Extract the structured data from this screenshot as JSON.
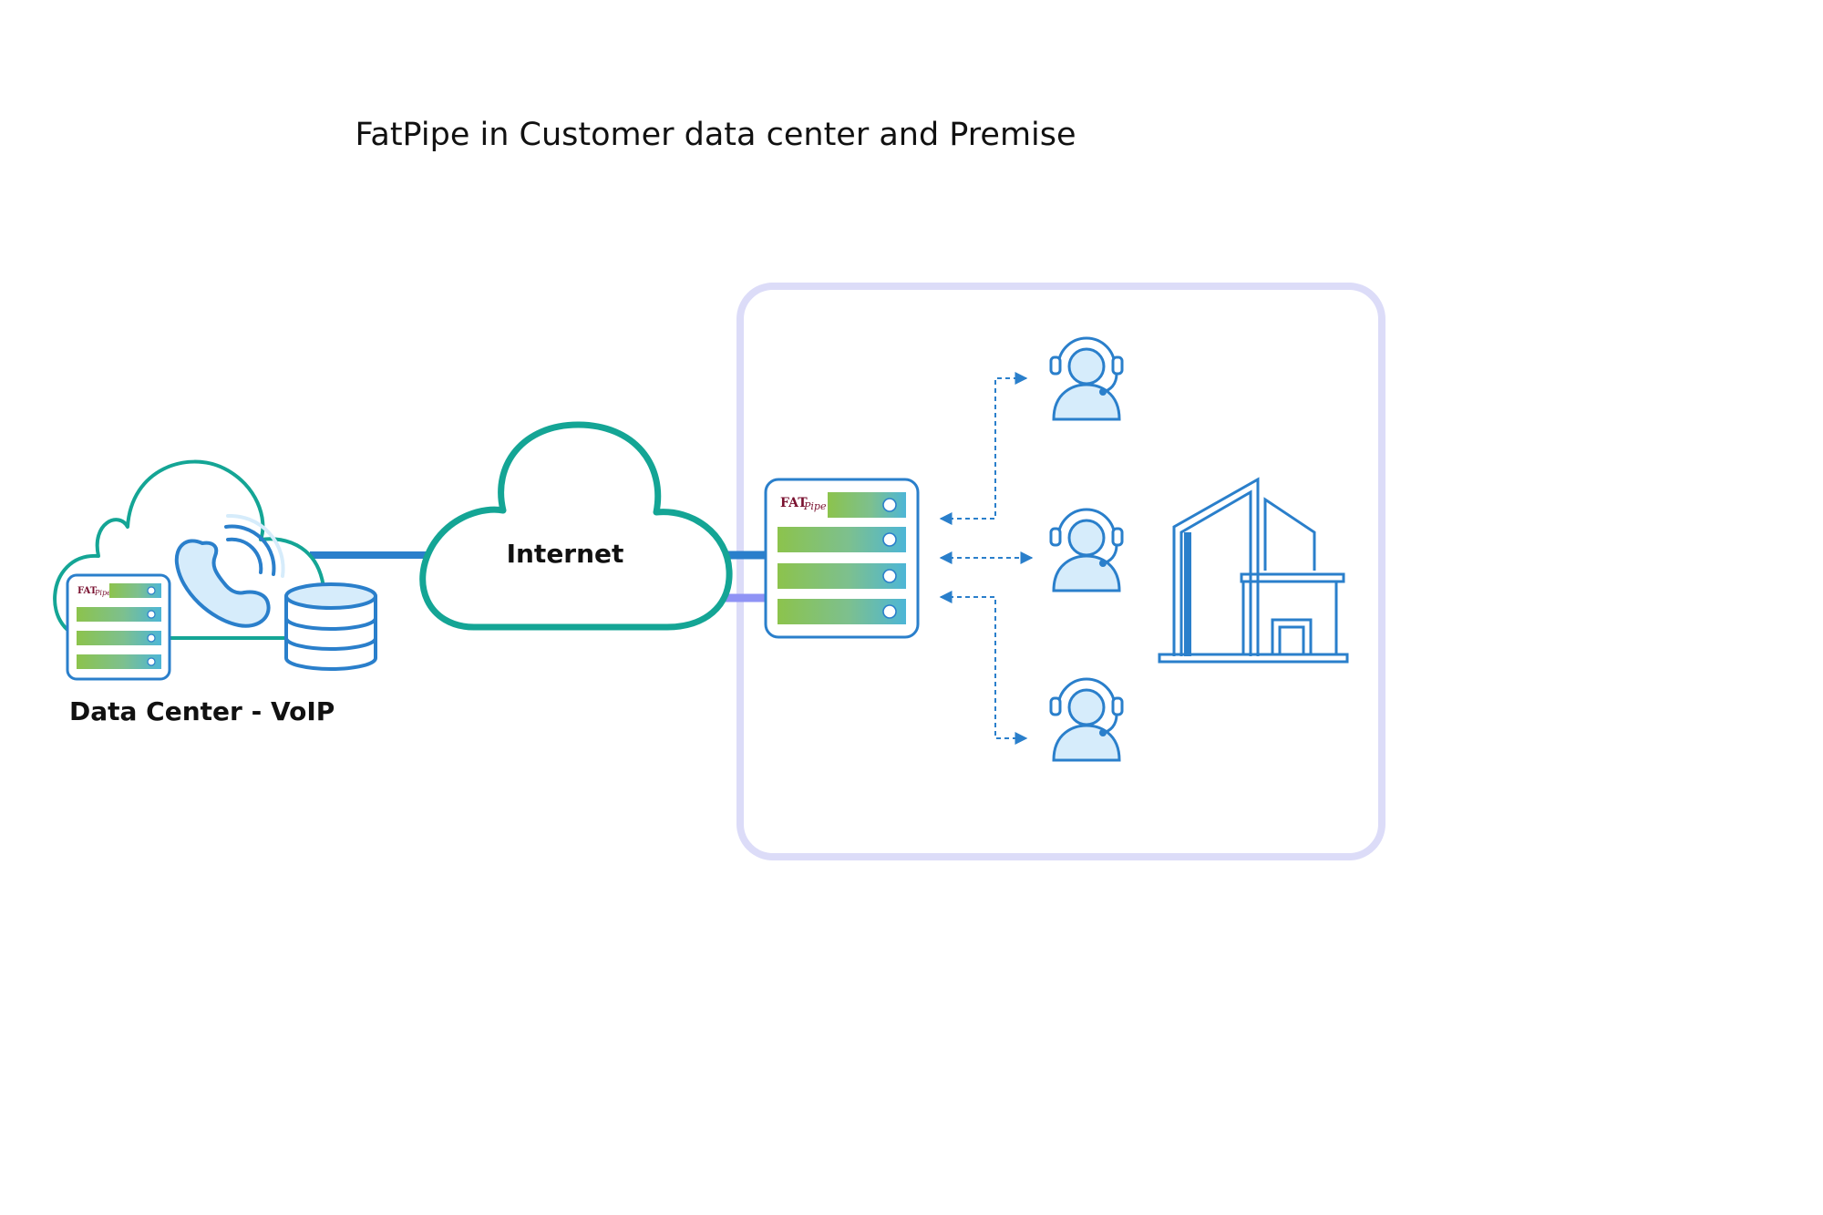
{
  "title": "FatPipe in Customer data center and Premise",
  "internet_label": "Internet",
  "datacenter_label": "Data Center - VoIP",
  "logo": {
    "fat": "FAT",
    "pipe": "Pipe"
  },
  "colors": {
    "teal_outline": "#14a595",
    "blue_outline": "#2a7fcb",
    "light_blue_fill": "#d6ecfb",
    "premise_border": "#dcdcf8",
    "link_blue": "#2a7fcb",
    "link_lavender": "#8f93f5",
    "server_green": "#8bc34a",
    "server_blue": "#4fb7d8"
  },
  "icons": [
    "cloud-icon",
    "phone-icon",
    "database-icon",
    "server-icon",
    "agent-headset-icon",
    "building-icon",
    "arrow-icon"
  ]
}
